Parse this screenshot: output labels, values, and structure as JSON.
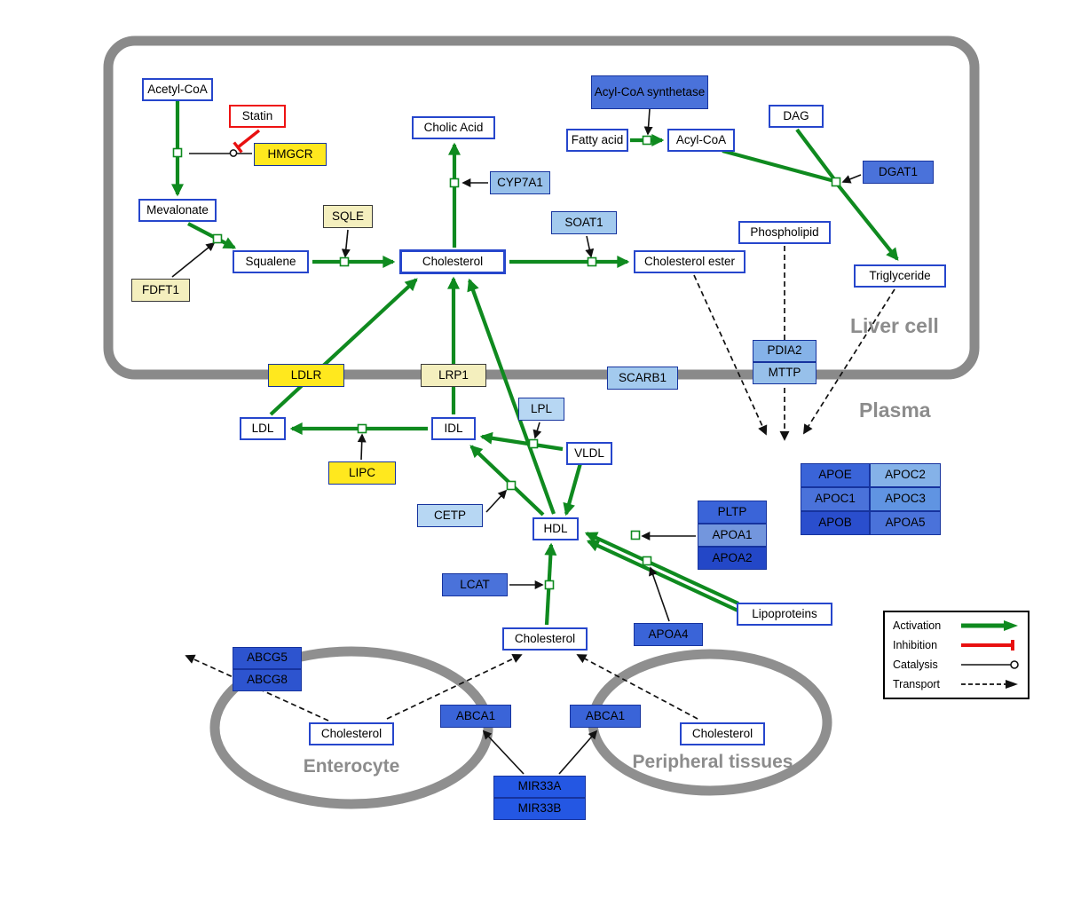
{
  "compartments": {
    "liver_cell": "Liver cell",
    "plasma": "Plasma",
    "enterocyte": "Enterocyte",
    "peripheral_tissues": "Peripheral tissues"
  },
  "nodes": {
    "acetyl_coa": "Acetyl-CoA",
    "statin": "Statin",
    "hmgcr": "HMGCR",
    "mevalonate": "Mevalonate",
    "fdft1": "FDFT1",
    "squalene": "Squalene",
    "sqle": "SQLE",
    "cholesterol_liver": "Cholesterol",
    "cholic_acid": "Cholic Acid",
    "cyp7a1": "CYP7A1",
    "soat1": "SOAT1",
    "cholesterol_ester": "Cholesterol ester",
    "acyl_coa_synthetase": "Acyl-CoA synthetase",
    "fatty_acid": "Fatty acid",
    "acyl_coa": "Acyl-CoA",
    "dag": "DAG",
    "dgat1": "DGAT1",
    "phospholipid": "Phospholipid",
    "triglyceride": "Triglyceride",
    "pdia2": "PDIA2",
    "mttp": "MTTP",
    "scarb1": "SCARB1",
    "ldlr": "LDLR",
    "lrp1": "LRP1",
    "ldl": "LDL",
    "idl": "IDL",
    "lpl": "LPL",
    "vldl": "VLDL",
    "lipc": "LIPC",
    "cetp": "CETP",
    "hdl": "HDL",
    "lcat": "LCAT",
    "apoe": "APOE",
    "apoc2": "APOC2",
    "apoc1": "APOC1",
    "apoc3": "APOC3",
    "apob": "APOB",
    "apoa5": "APOA5",
    "pltp": "PLTP",
    "apoa1": "APOA1",
    "apoa2": "APOA2",
    "apoa4": "APOA4",
    "lipoproteins": "Lipoproteins",
    "cholesterol_plasma": "Cholesterol",
    "abcg5": "ABCG5",
    "abcg8": "ABCG8",
    "cholesterol_enterocyte": "Cholesterol",
    "abca1_left": "ABCA1",
    "abca1_right": "ABCA1",
    "cholesterol_peripheral": "Cholesterol",
    "mir33a": "MIR33A",
    "mir33b": "MIR33B"
  },
  "legend": {
    "activation": "Activation",
    "inhibition": "Inhibition",
    "catalysis": "Catalysis",
    "transport": "Transport"
  },
  "colors": {
    "activation_green": "#0f8a1f",
    "inhibition_red": "#e81010",
    "membrane_gray": "#8a8a8a",
    "drug_target_yellow": "#ffe81e",
    "pale_yellow": "#f4efbe",
    "metabolite_border_blue": "#2646cc"
  }
}
